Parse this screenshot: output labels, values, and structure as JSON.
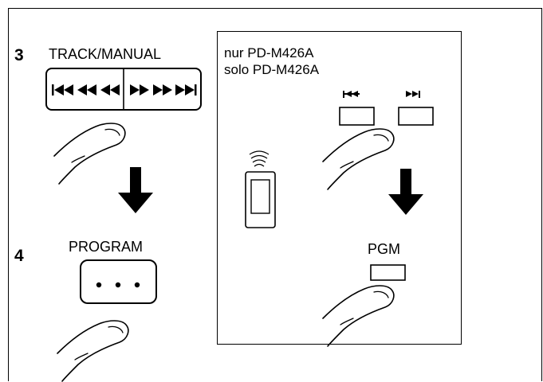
{
  "steps": [
    {
      "number": "3",
      "button_label": "TRACK/MANUAL"
    },
    {
      "number": "4",
      "button_label": "PROGRAM"
    }
  ],
  "track_manual_button": {
    "left_symbol": "⏮◀◀◀",
    "right_symbol": "▶▶▶⏭"
  },
  "program_button": {
    "symbol": "• • •"
  },
  "remote_panel": {
    "lines": [
      "nur PD-M426A",
      "solo PD-M426A"
    ],
    "prev_button_icon": "skip-back-icon",
    "next_button_icon": "skip-forward-icon",
    "pgm_label": "PGM"
  },
  "icons": {
    "arrow": "down-arrow-icon",
    "finger": "finger-icon",
    "remote": "remote-control-icon"
  },
  "colors": {
    "ink": "#000000",
    "background": "#ffffff"
  }
}
